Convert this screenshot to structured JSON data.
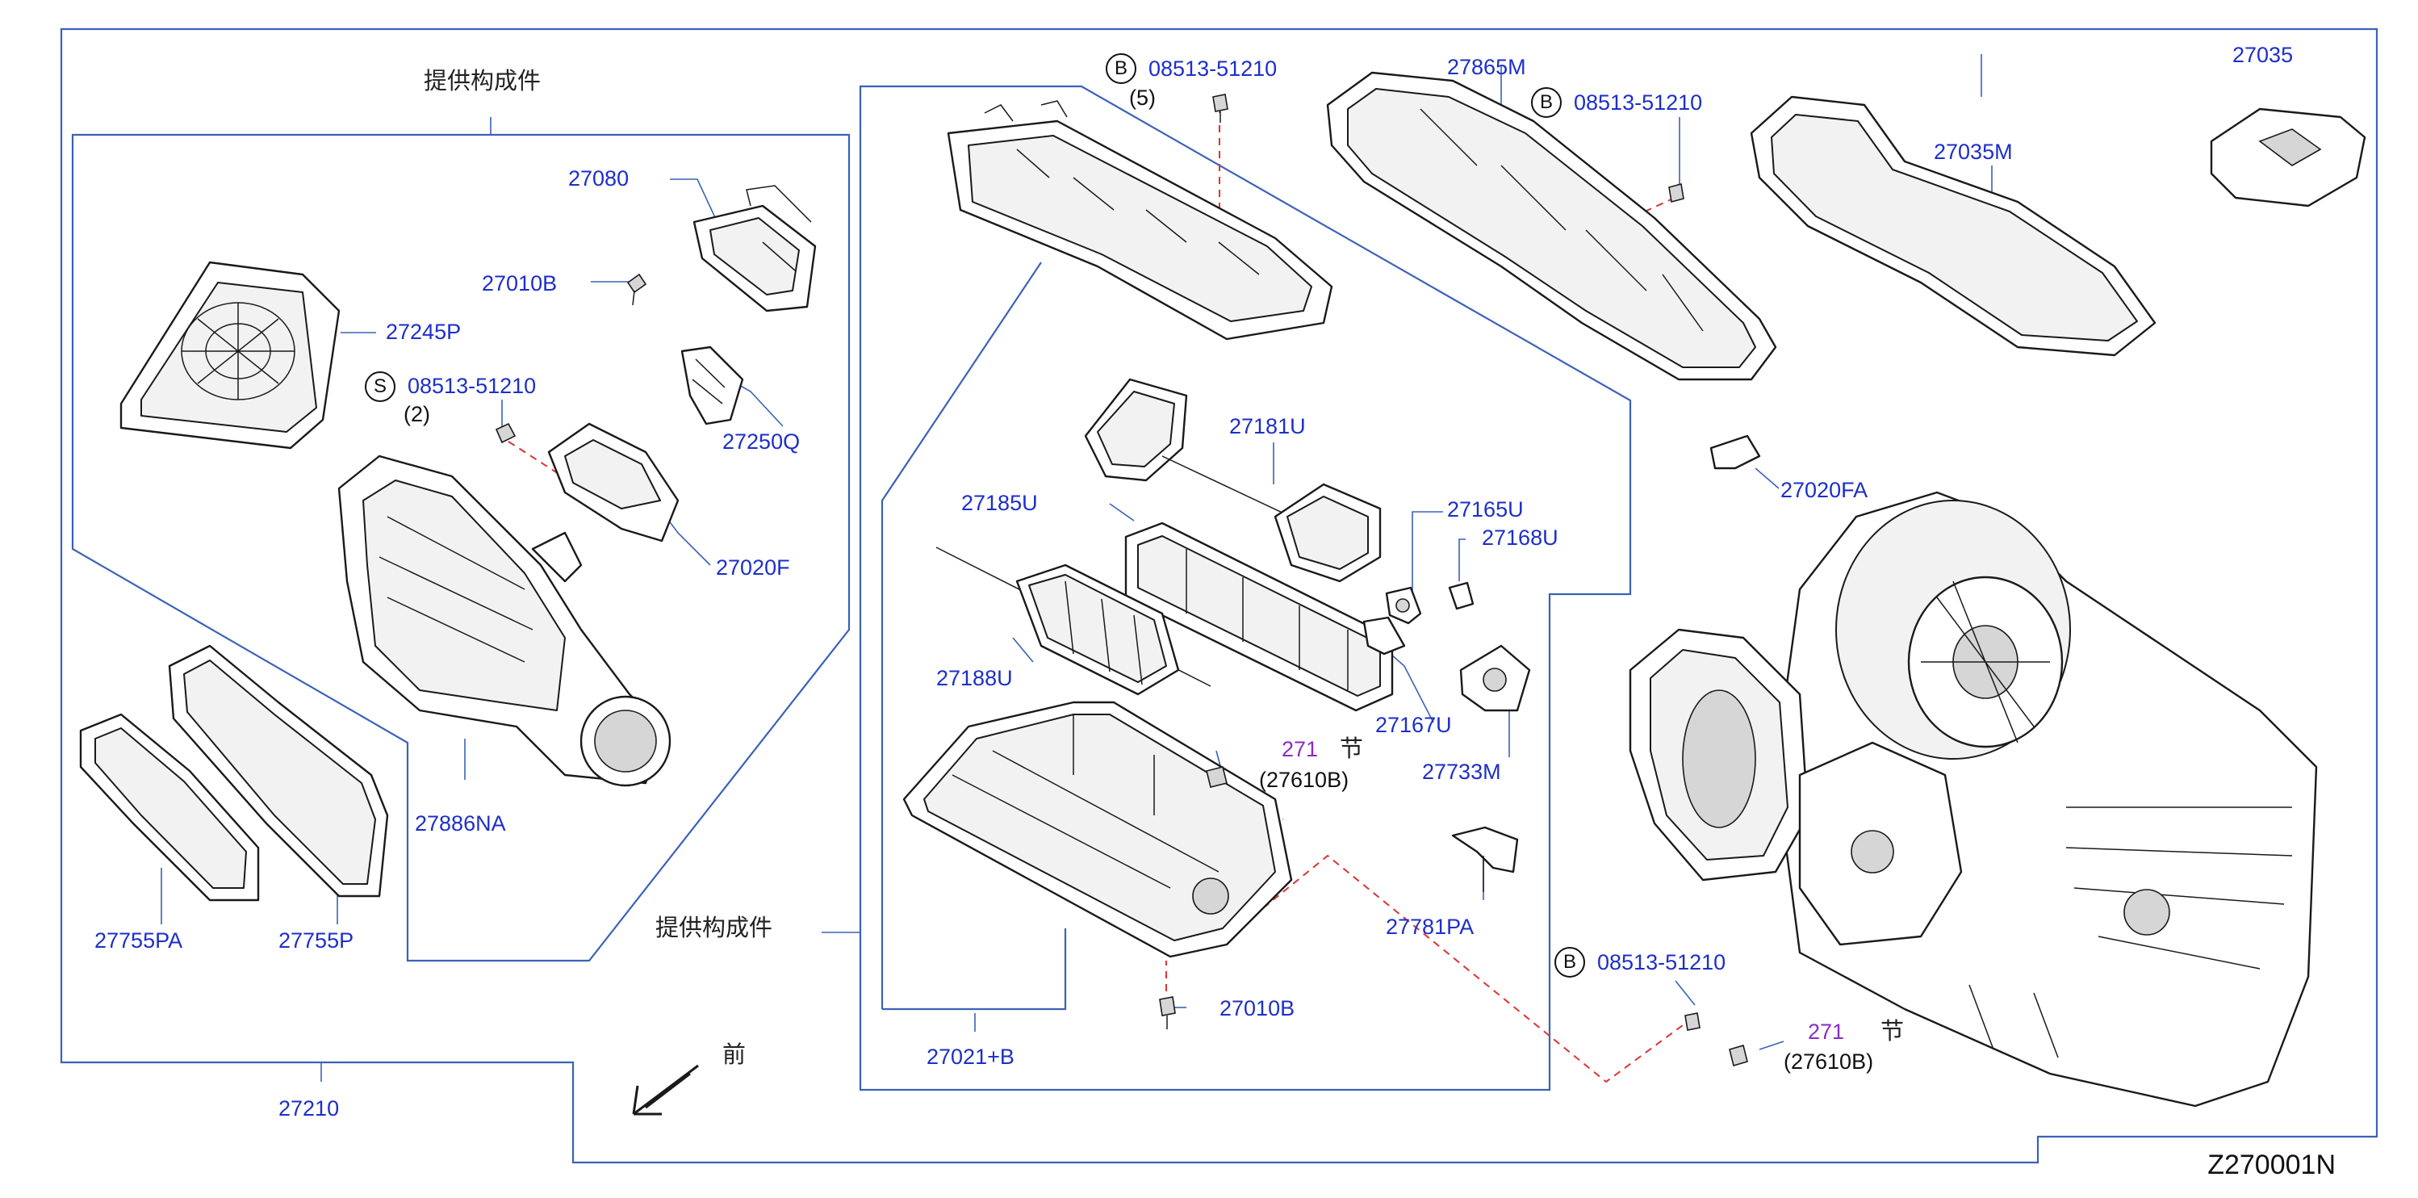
{
  "group_labels": {
    "left_assembly_cn": "提供构成件",
    "center_assembly_cn": "提供构成件",
    "front_cn": "前"
  },
  "part_numbers": {
    "p27080": "27080",
    "p27010B_top": "27010B",
    "p27245P": "27245P",
    "p27250Q": "27250Q",
    "p27020F": "27020F",
    "p27886NA": "27886NA",
    "p27755PA": "27755PA",
    "p27755P": "27755P",
    "p27210": "27210",
    "p27181U": "27181U",
    "p27185U": "27185U",
    "p27165U": "27165U",
    "p27168U": "27168U",
    "p27188U": "27188U",
    "p27167U": "27167U",
    "p27733M": "27733M",
    "p27781PA": "27781PA",
    "p27010B_bottom": "27010B",
    "p27021B": "27021+B",
    "p27865M": "27865M",
    "p27035": "27035",
    "p27035M": "27035M",
    "p27020FA": "27020FA"
  },
  "bolts": {
    "s_bolt": {
      "badge": "S",
      "number": "08513-51210",
      "qty": "(2)"
    },
    "b_bolt_top": {
      "badge": "B",
      "number": "08513-51210",
      "qty": "(5)"
    },
    "b_bolt_case": {
      "badge": "B",
      "number": "08513-51210"
    },
    "b_bolt_bottom": {
      "badge": "B",
      "number": "08513-51210"
    }
  },
  "section_refs": {
    "ref_center": {
      "section": "271",
      "suffix": "节",
      "part": "(27610B)"
    },
    "ref_right": {
      "section": "271",
      "suffix": "节",
      "part": "(27610B)"
    }
  },
  "diagram_code": "Z270001N",
  "colors": {
    "part_number": "#1d2fc9",
    "section_ref": "#8a2cc8",
    "frame_lines": "#3a62b8",
    "dashed_connector": "#e03232",
    "linework": "#1a1a1a"
  },
  "icons": {
    "front_direction": "arrow-down-left-icon"
  }
}
